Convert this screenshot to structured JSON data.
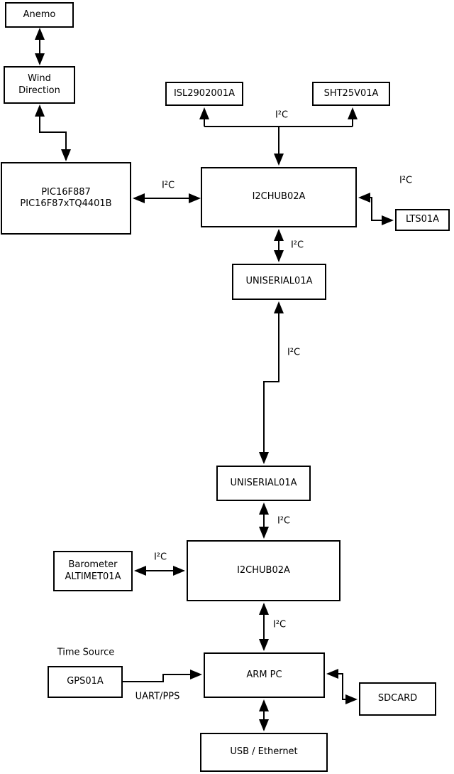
{
  "colors": {
    "stroke": "#000000",
    "box_fill": "#ffffff",
    "background": "#ffffff",
    "text": "#000000"
  },
  "nodes": {
    "anemo": {
      "label": "Anemo"
    },
    "wind_direction": {
      "label": "Wind\nDirection"
    },
    "pic": {
      "label": "PIC16F887\nPIC16F87xTQ4401B"
    },
    "isl": {
      "label": "ISL2902001A"
    },
    "sht": {
      "label": "SHT25V01A"
    },
    "i2c_hub_upper": {
      "label": "I2CHUB02A"
    },
    "lts": {
      "label": "LTS01A"
    },
    "uniserial_upper": {
      "label": "UNISERIAL01A"
    },
    "uniserial_lower": {
      "label": "UNISERIAL01A"
    },
    "barometer": {
      "label": "Barometer\nALTIMET01A"
    },
    "i2c_hub_lower": {
      "label": "I2CHUB02A"
    },
    "gps": {
      "label": "GPS01A"
    },
    "arm_pc": {
      "label": "ARM PC"
    },
    "sdcard": {
      "label": "SDCARD"
    },
    "usb_ethernet": {
      "label": "USB / Ethernet"
    }
  },
  "edge_labels": {
    "i2c_pic_hub": "I²C",
    "i2c_sensor_bus": "I²C",
    "i2c_lts": "I²C",
    "i2c_hub_uniserial": "I²C",
    "i2c_trunk": "I²C",
    "i2c_uniserial_hub": "I²C",
    "i2c_barometer": "I²C",
    "i2c_hub_arm": "I²C",
    "uart_pps": "UART/PPS",
    "time_source": "Time Source"
  }
}
